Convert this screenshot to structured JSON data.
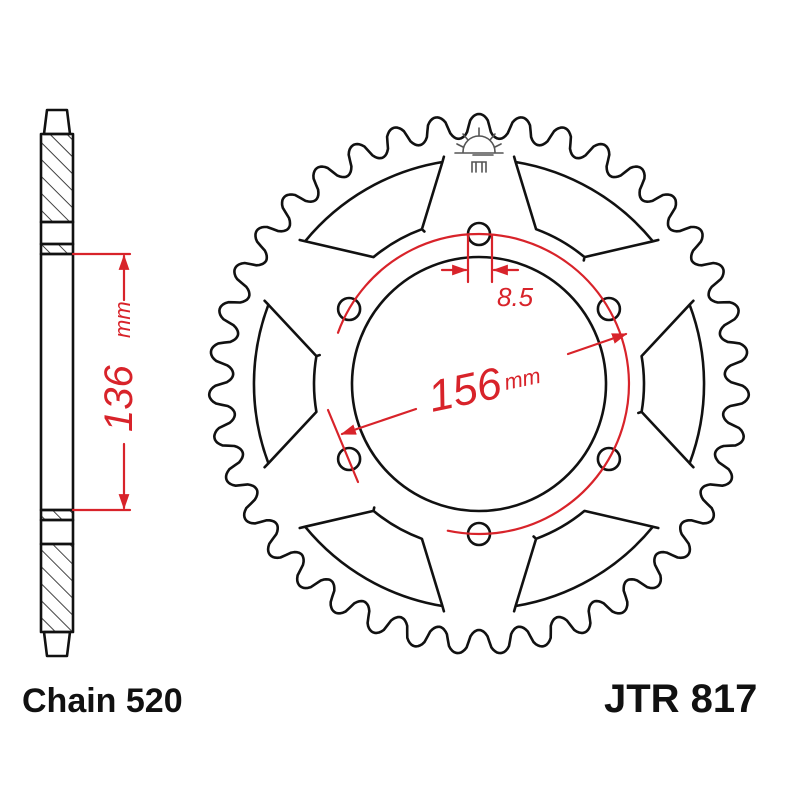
{
  "drawing": {
    "part_number": "JTR 817",
    "chain_label": "Chain 520",
    "colors": {
      "ink": "#111111",
      "dimension": "#d8232a",
      "logo": "#555555",
      "background": "#ffffff"
    }
  },
  "side_view": {
    "dimension_value": "136",
    "dimension_unit": "mm",
    "description": "Sprocket cross-section with hub offset dimension"
  },
  "front_view": {
    "tooth_count": 39,
    "bolt_holes": 6,
    "cutouts": 6,
    "pcd_value": "156",
    "pcd_unit": "mm",
    "hole_dimension": "8.5",
    "logo_icon": "sun-horizon-logo"
  }
}
